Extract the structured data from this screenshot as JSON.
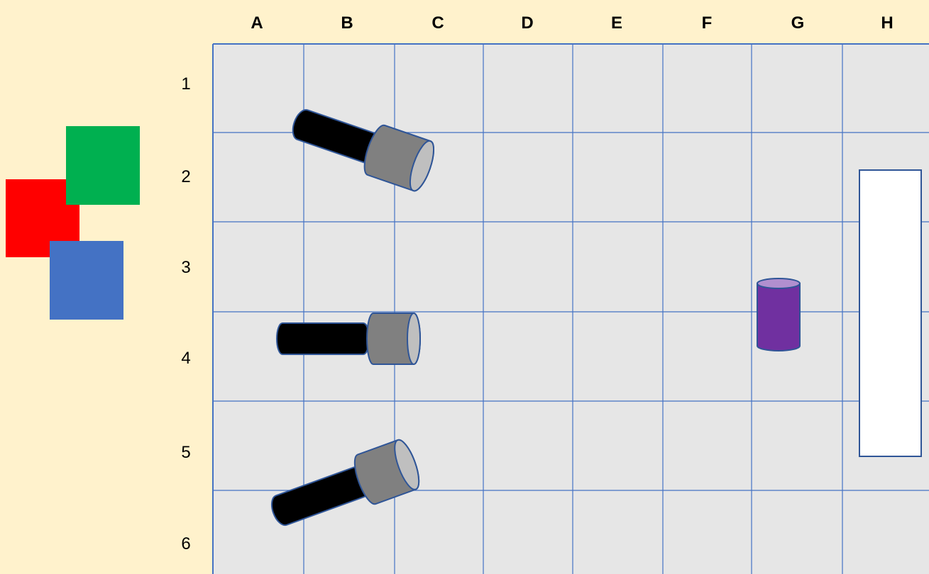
{
  "grid": {
    "columns": [
      "A",
      "B",
      "C",
      "D",
      "E",
      "F",
      "G",
      "H"
    ],
    "rows": [
      "1",
      "2",
      "3",
      "4",
      "5",
      "6"
    ],
    "background": "#E6E6E6",
    "line_color": "#4472C4"
  },
  "color_swatches": [
    {
      "name": "red",
      "color": "#FF0000"
    },
    {
      "name": "green",
      "color": "#00B050"
    },
    {
      "name": "blue",
      "color": "#4472C4"
    }
  ],
  "flashlights": [
    {
      "name": "flashlight-row-2",
      "cells": "B2-C2",
      "direction": "angled-down-right"
    },
    {
      "name": "flashlight-row-4",
      "cells": "A4-C4",
      "direction": "right"
    },
    {
      "name": "flashlight-row-5",
      "cells": "A5-C5",
      "direction": "angled-up-right"
    }
  ],
  "objects": {
    "purple_cylinder": {
      "cells": "G3-G4",
      "color": "#7030A0",
      "top_color": "#B18FCF"
    },
    "white_screen": {
      "cells": "H2-H5",
      "color": "#FFFFFF"
    }
  }
}
